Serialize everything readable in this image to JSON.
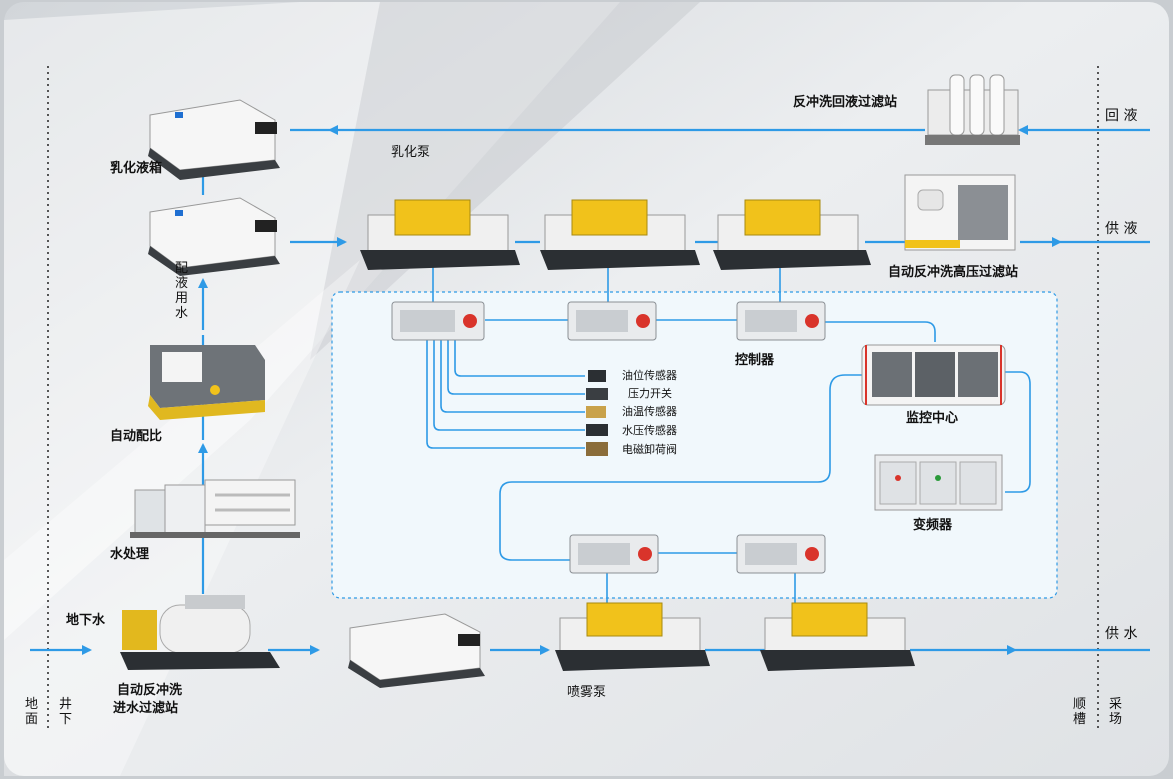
{
  "colors": {
    "flow": "#2e9ae6",
    "panel_border": "#2e9ae6",
    "panel_fill": "#f1f8fc",
    "equip_yellow": "#f1c21b",
    "equip_dark": "#2b2f33",
    "machine_white": "#f6f6f6"
  },
  "labels": {
    "emulsion_tank": "乳化液箱",
    "emulsion_pump": "乳化泵",
    "mixing_water_chars": [
      "配",
      "液",
      "用",
      "水"
    ],
    "auto_ratio": "自动配比",
    "water_treatment": "水处理",
    "groundwater": "地下水",
    "inlet_filter_line1": "自动反冲洗",
    "inlet_filter_line2": "进水过滤站",
    "spray_pump": "喷雾泵",
    "return_filter": "反冲洗回液过滤站",
    "return_liquid": "回 液",
    "supply_liquid": "供 液",
    "hp_filter": "自动反冲洗高压过滤站",
    "controller": "控制器",
    "monitoring_center": "监控中心",
    "inverter": "变频器",
    "supply_water": "供 水",
    "ground_chars": [
      "地",
      "面"
    ],
    "underground_chars": [
      "井",
      "下"
    ],
    "trough_chars": [
      "顺",
      "槽"
    ],
    "mining_face_chars": [
      "采",
      "场"
    ]
  },
  "sensors": [
    "油位传感器",
    "压力开关",
    "油温传感器",
    "水压传感器",
    "电磁卸荷阀"
  ],
  "icons": [
    "controller-icon",
    "tank-icon",
    "pump-icon",
    "sensor-icon",
    "filter-station-icon",
    "monitor-icon",
    "inverter-icon",
    "arrow-icon"
  ]
}
